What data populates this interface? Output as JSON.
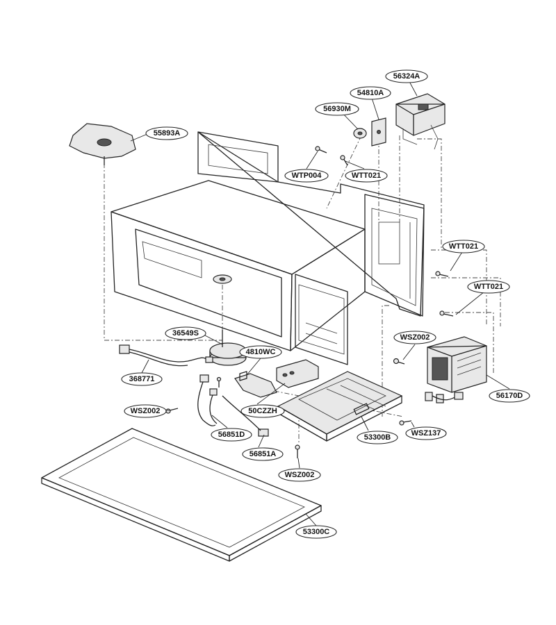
{
  "callouts": [
    {
      "id": "56324A",
      "label": "56324A"
    },
    {
      "id": "54810A",
      "label": "54810A"
    },
    {
      "id": "56930M",
      "label": "56930M"
    },
    {
      "id": "55893A",
      "label": "55893A"
    },
    {
      "id": "WTP004",
      "label": "WTP004"
    },
    {
      "id": "WTT021a",
      "label": "WTT021"
    },
    {
      "id": "WTT021b",
      "label": "WTT021"
    },
    {
      "id": "WTT021c",
      "label": "WTT021"
    },
    {
      "id": "36549S",
      "label": "36549S"
    },
    {
      "id": "4810WC",
      "label": "4810WC"
    },
    {
      "id": "WSZ002a",
      "label": "WSZ002"
    },
    {
      "id": "368771",
      "label": "368771"
    },
    {
      "id": "WSZ002b",
      "label": "WSZ002"
    },
    {
      "id": "50CZZH",
      "label": "50CZZH"
    },
    {
      "id": "56851D",
      "label": "56851D"
    },
    {
      "id": "56851A",
      "label": "56851A"
    },
    {
      "id": "WSZ002c",
      "label": "WSZ002"
    },
    {
      "id": "53300B",
      "label": "53300B"
    },
    {
      "id": "WSZ137",
      "label": "WSZ137"
    },
    {
      "id": "56170D",
      "label": "56170D"
    },
    {
      "id": "53300C",
      "label": "53300C"
    }
  ]
}
